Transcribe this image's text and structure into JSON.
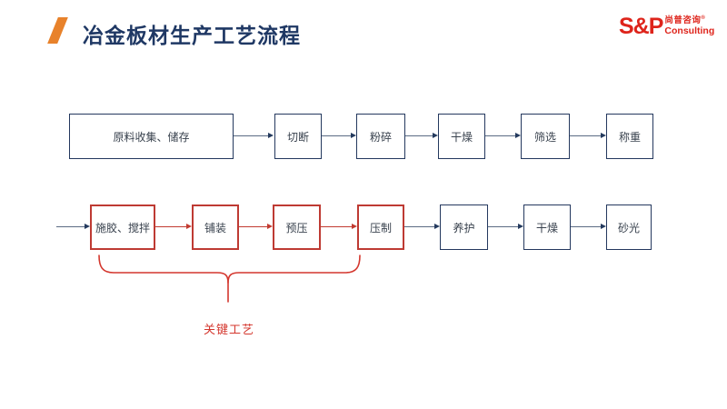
{
  "header": {
    "title": "冶金板材生产工艺流程",
    "logo": {
      "main": "S&P",
      "cn_name": "尚普咨询",
      "reg_mark": "®",
      "sub": "Consulting"
    }
  },
  "colors": {
    "title_navy": "#1F3864",
    "box_border_navy": "#24385E",
    "box_text": "#39424E",
    "arrow_navy": "#5B6B84",
    "highlight_red": "#BE3A33",
    "brace_red": "#D4372E",
    "slash_orange": "#E8822B",
    "logo_red": "#DE241B"
  },
  "flowchart": {
    "row1": {
      "boxes": [
        {
          "label": "原料收集、储存"
        },
        {
          "label": "切断"
        },
        {
          "label": "粉碎"
        },
        {
          "label": "干燥"
        },
        {
          "label": "筛选"
        },
        {
          "label": "称重"
        }
      ]
    },
    "row2": {
      "boxes": [
        {
          "label": "施胶、搅拌",
          "highlighted": true
        },
        {
          "label": "铺装",
          "highlighted": true
        },
        {
          "label": "预压",
          "highlighted": true
        },
        {
          "label": "压制",
          "highlighted": true
        },
        {
          "label": "养护",
          "highlighted": false
        },
        {
          "label": "干燥",
          "highlighted": false
        },
        {
          "label": "砂光",
          "highlighted": false
        }
      ]
    },
    "brace_label": "关键工艺"
  }
}
